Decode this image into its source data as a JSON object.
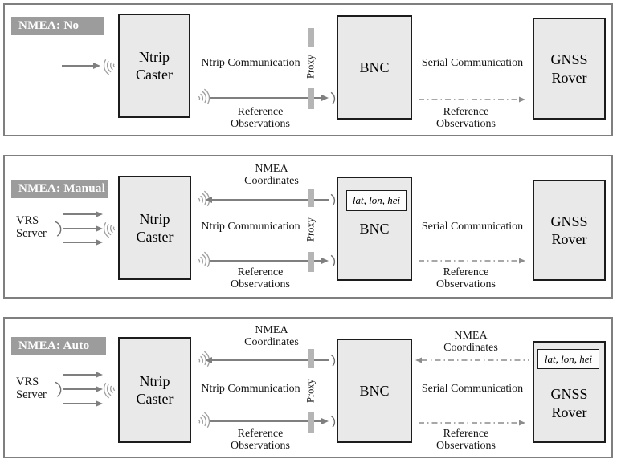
{
  "colors": {
    "panel_border": "#7f7f7f",
    "box_fill": "#e9e9e9",
    "box_border": "#1c1c1c",
    "header_bg": "#9c9c9c",
    "header_text": "#ffffff",
    "solid_line": "#7f7f7f",
    "dashdot_line": "#8c8c8c",
    "proxy_bar": "#b5b5b5",
    "wave_icon": "#9e9e9e",
    "text": "#151515"
  },
  "shared": {
    "caster_label": "Ntrip\nCaster",
    "bnc_label": "BNC",
    "rover_label": "GNSS\nRover",
    "vrs_label": "VRS\nServer",
    "ntrip_link_label": "Ntrip Communication",
    "serial_link_label": "Serial Communication",
    "reference_label": "Reference\nObservations",
    "nmea_label": "NMEA\nCoordinates",
    "proxy_label": "Proxy",
    "coords_label": "lat, lon, hei"
  },
  "panels": [
    {
      "header": "NMEA: No"
    },
    {
      "header": "NMEA: Manual"
    },
    {
      "header": "NMEA: Auto"
    }
  ]
}
